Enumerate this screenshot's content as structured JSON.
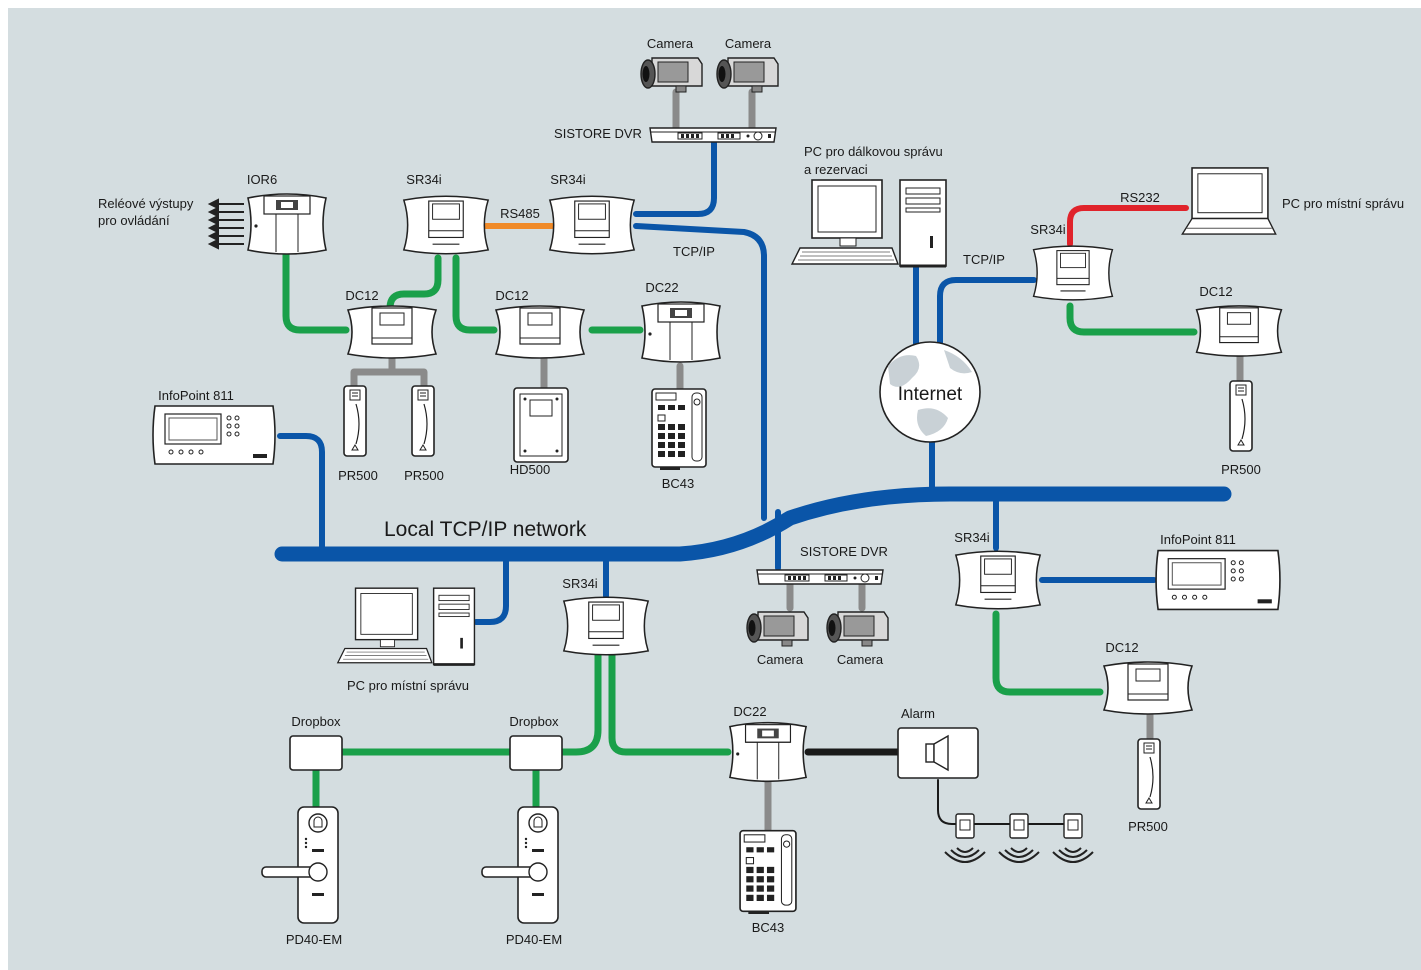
{
  "colors": {
    "background": "#d4dde0",
    "tcpip": "#0a55a8",
    "rs485": "#f08a28",
    "rs232": "#e0232b",
    "bus": "#1aa04a",
    "reader_cable": "#8a8a8a",
    "alarm_cable": "#1a1a1a"
  },
  "labels": {
    "camera": "Camera",
    "sistore_dvr": "SISTORE DVR",
    "rs485": "RS485",
    "rs232": "RS232",
    "tcp_ip": "TCP/IP",
    "ior6": "IOR6",
    "relay_outputs_line1": "Reléové výstupy",
    "relay_outputs_line2": "pro ovládání",
    "sr34i": "SR34i",
    "dc12": "DC12",
    "dc22": "DC22",
    "pr500": "PR500",
    "hd500": "HD500",
    "bc43": "BC43",
    "infopoint": "InfoPoint 811",
    "local_network": "Local TCP/IP network",
    "pc_remote_line1": "PC pro dálkovou správu",
    "pc_remote_line2": "a rezervaci",
    "pc_local": "PC pro místní správu",
    "internet": "Internet",
    "dropbox": "Dropbox",
    "pd40em": "PD40-EM",
    "alarm": "Alarm"
  }
}
